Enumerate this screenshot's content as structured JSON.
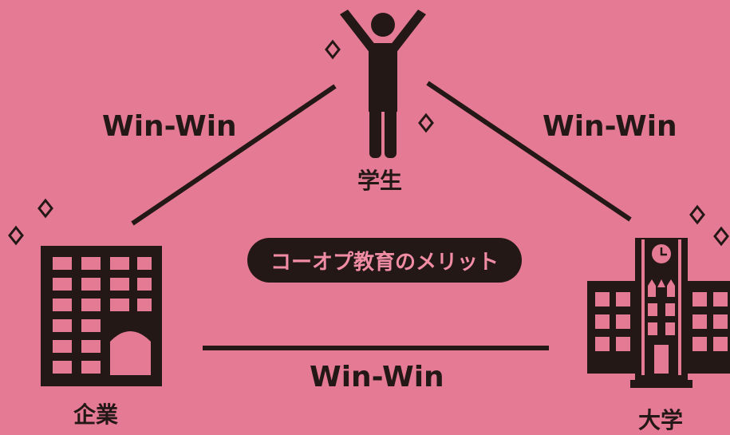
{
  "diagram": {
    "nodes": {
      "student": {
        "label": "学生",
        "icon": "student-icon"
      },
      "company": {
        "label": "企業",
        "icon": "office-building-icon"
      },
      "university": {
        "label": "大学",
        "icon": "university-clock-tower-icon"
      }
    },
    "edges": [
      {
        "from": "company",
        "to": "student",
        "label": "Win-Win"
      },
      {
        "from": "student",
        "to": "university",
        "label": "Win-Win"
      },
      {
        "from": "company",
        "to": "university",
        "label": "Win-Win"
      }
    ],
    "center_badge": "コーオプ教育のメリット",
    "sparkle_icon": "sparkle-icon"
  },
  "colors": {
    "background": "#e57a94",
    "ink": "#231815",
    "badge_text": "#f08ca4"
  }
}
